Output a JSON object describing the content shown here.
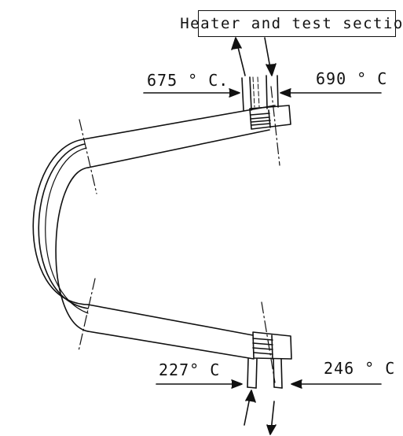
{
  "diagram": {
    "title": "Heater and test section",
    "temperatures": {
      "top_left": "675 ° C.",
      "top_right": "690 ° C",
      "bottom_left": "227° C",
      "bottom_right": "246 ° C"
    }
  },
  "colors": {
    "ink": "#111111",
    "background": "#ffffff"
  }
}
